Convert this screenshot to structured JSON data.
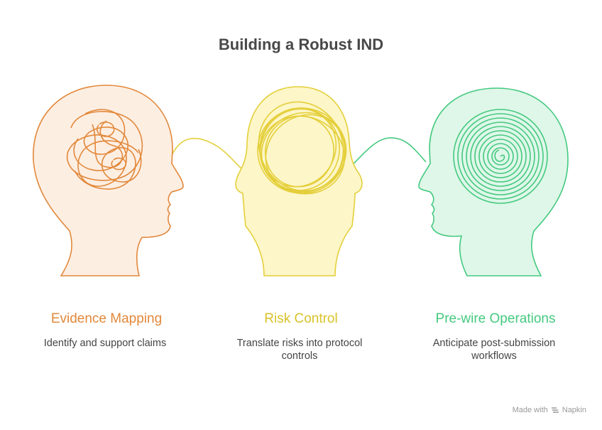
{
  "title": "Building a Robust IND",
  "colors": {
    "orange": "#e2883a",
    "orange_fill": "#fdeee2",
    "yellow": "#e4cf3a",
    "yellow_fill": "#fdf6c8",
    "green": "#45c97f",
    "green_fill": "#def7e9"
  },
  "stages": [
    {
      "label": "Evidence Mapping",
      "description": "Identify and support claims",
      "icon": "tangled-scribble-icon"
    },
    {
      "label": "Risk Control",
      "description": "Translate risks into protocol controls",
      "icon": "loose-circle-scribble-icon"
    },
    {
      "label": "Pre-wire Operations",
      "description": "Anticipate post-submission workflows",
      "icon": "spiral-icon"
    }
  ],
  "footer": {
    "prefix": "Made with",
    "brand": "Napkin"
  }
}
